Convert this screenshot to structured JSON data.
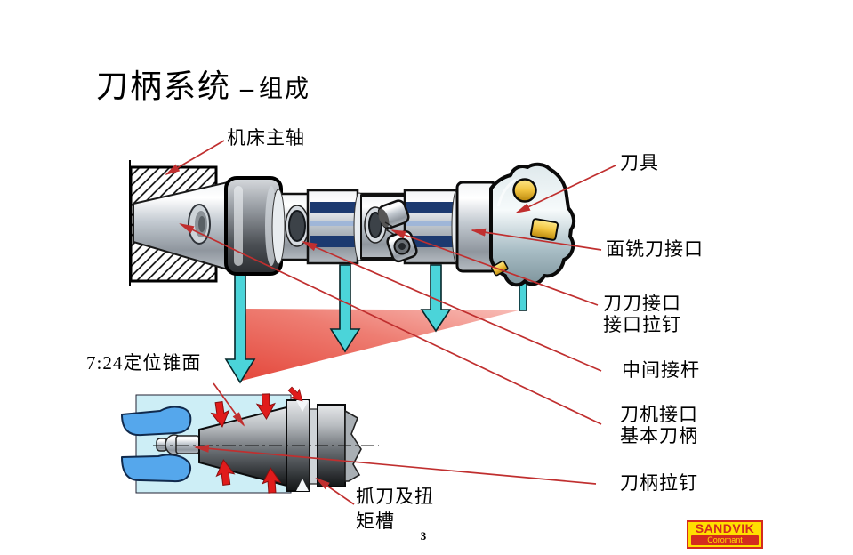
{
  "slide": {
    "title": {
      "main": "刀柄系统",
      "dash": "–",
      "sub": "组成"
    },
    "page_number": "3"
  },
  "labels": {
    "machine_spindle": "机床主轴",
    "cutting_tool": "刀具",
    "face_mill_interface": "面铣刀接口",
    "tool_tool_interface": [
      "刀刀接口",
      "接口拉钉"
    ],
    "intermediate_adapter": "中间接杆",
    "machine_interface": [
      "刀机接口",
      "基本刀柄"
    ],
    "holder_pull_stud": "刀柄拉钉",
    "taper_7_24": "7:24定位锥面",
    "grip_torque_groove": [
      "抓刀及扭",
      "矩槽"
    ]
  },
  "logo": {
    "brand": "SANDVIK",
    "sub_brand": "Coromant"
  },
  "icons": {
    "down_arrow": "cyan-down-arrow",
    "clamp_arrow": "red-clamp-arrow",
    "leader_arrow": "red-leader-arrowhead"
  },
  "colors": {
    "leader_red": "#c02f2f",
    "arrow_cyan": "#4bd4d9",
    "wedge_left": "#e4483c",
    "wedge_right": "#f8beb8",
    "coupling_navy": "#1c3a70",
    "gripper_blue": "#55a7ec",
    "box_blue": "#cdeef6",
    "logo_yellow": "#ffdf00",
    "logo_red": "#d42b1e",
    "insert_gold": "#e9c34b"
  }
}
